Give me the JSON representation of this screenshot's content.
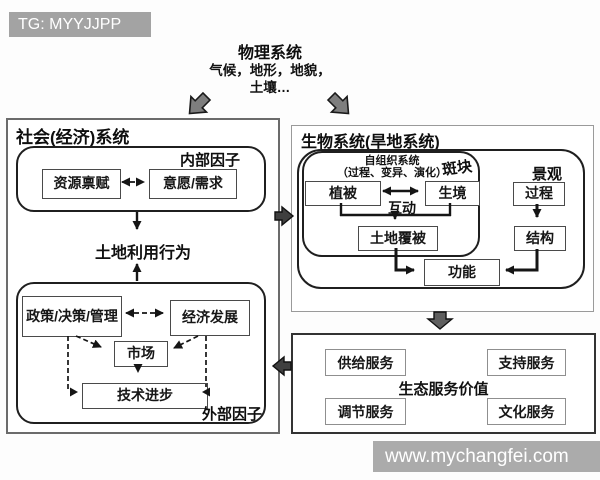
{
  "badge": "TG: MYYJJPP",
  "physical": {
    "title": "物理系统",
    "line1": "气候，地形，地貌，",
    "line2": "土壤…"
  },
  "social": {
    "title": "社会(经济)系统",
    "internal_label": "内部因子",
    "resource": "资源禀赋",
    "demand": "意愿/需求",
    "land_use": "土地利用行为",
    "policy": "政策/决策/管理",
    "economy": "经济发展",
    "market": "市场",
    "technology": "技术进步",
    "external_label": "外部因子"
  },
  "bio": {
    "title": "生物系统(旱地系统)",
    "self_org": "自组织系统",
    "self_org_detail": "（过程、变异、演化）",
    "patch_label": "斑块",
    "vegetation": "植被",
    "habitat": "生境",
    "interaction": "互动",
    "land_cover": "土地覆被",
    "function": "功能",
    "landscape_label": "景观",
    "process": "过程",
    "structure": "结构"
  },
  "eco": {
    "title": "生态服务价值",
    "supply": "供给服务",
    "support": "支持服务",
    "regulate": "调节服务",
    "culture": "文化服务"
  },
  "watermark": "www.mychangfei.com",
  "colors": {
    "badge_bg": "#a3a3a3",
    "watermark_bg": "#ababab",
    "block_arrow_gray": "#7e7e7e",
    "block_arrow_dark": "#3f3f3f",
    "line": "#151515"
  }
}
